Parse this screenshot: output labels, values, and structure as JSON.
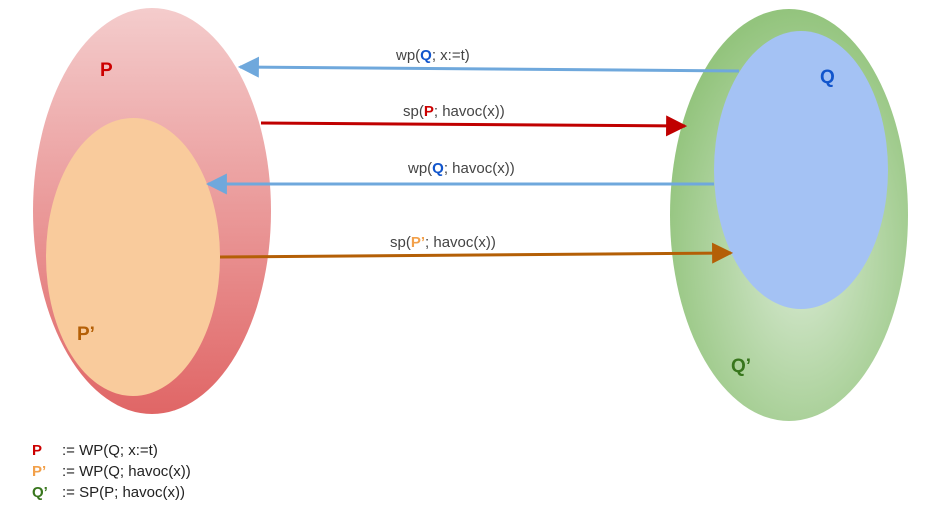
{
  "colors": {
    "p": "#cc0000",
    "p_prime": "#f2a04a",
    "p_prime_label": "#b45f06",
    "q": "#1155cc",
    "q_prime": "#38761d",
    "arrow_blue": "#6fa8dc",
    "arrow_red": "#c00000",
    "arrow_orange": "#b45f06"
  },
  "sets": {
    "p": "P",
    "p_prime": "P’",
    "q": "Q",
    "q_prime": "Q’"
  },
  "arrows": [
    {
      "pre": "wp(",
      "sym": "Q",
      "post": "; x:=t)",
      "sym_color": "q"
    },
    {
      "pre": "sp(",
      "sym": "P",
      "post": "; havoc(x))",
      "sym_color": "p"
    },
    {
      "pre": "wp(",
      "sym": "Q",
      "post": "; havoc(x))",
      "sym_color": "q"
    },
    {
      "pre": "sp(",
      "sym": "P’",
      "post": "; havoc(x))",
      "sym_color": "p_prime"
    }
  ],
  "legend": [
    {
      "sym": "P",
      "def": ":=  WP(Q; x:=t)",
      "color": "p"
    },
    {
      "sym": "P’",
      "def": ":=  WP(Q; havoc(x))",
      "color": "p_prime"
    },
    {
      "sym": "Q’",
      "def": ":=  SP(P; havoc(x))",
      "color": "q_prime"
    }
  ]
}
